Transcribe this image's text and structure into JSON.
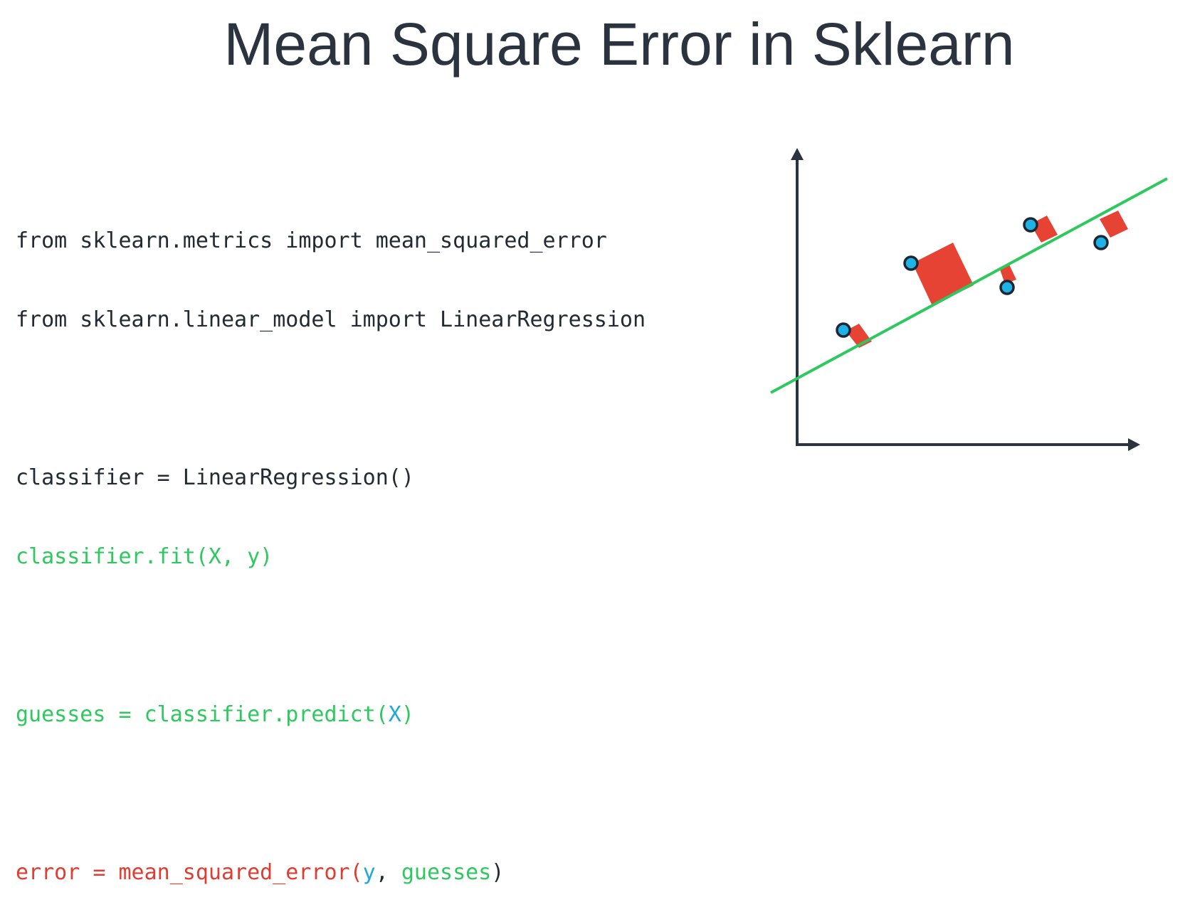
{
  "title": "Mean Square Error in Sklearn",
  "code": {
    "line1": "from sklearn.metrics import mean_squared_error",
    "line2": "from sklearn.linear_model import LinearRegression",
    "line3": "classifier = LinearRegression()",
    "line4": "classifier.fit(X, y)",
    "line5_a": "guesses = classifier.predict(",
    "line5_b": "X",
    "line5_c": ")",
    "line6_a": "error = mean_squared_error(",
    "line6_b": "y",
    "line6_c": ", ",
    "line6_d": "guesses",
    "line6_e": ")"
  },
  "colors": {
    "title": "#2b343e",
    "code_default": "#222a33",
    "code_green": "#2ec95e",
    "code_blue": "#1fa8dc",
    "code_red": "#e23c32",
    "axis": "#2b343e",
    "regression_line": "#2ec95e",
    "error_square": "#e74335",
    "point_fill": "#1fb2e6",
    "point_stroke": "#1d2732"
  }
}
